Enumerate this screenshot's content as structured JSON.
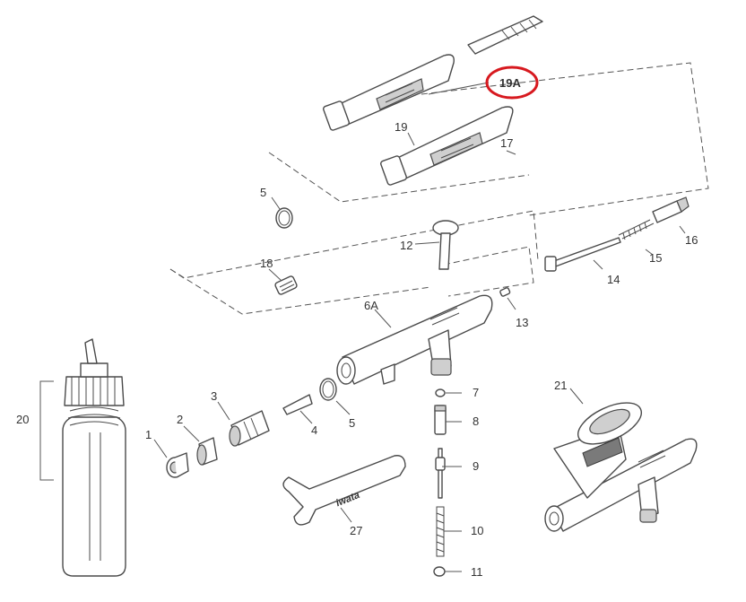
{
  "diagram": {
    "highlight_color": "#d7191f",
    "labels": {
      "p1": "1",
      "p2": "2",
      "p3": "3",
      "p4": "4",
      "p5a": "5",
      "p5b": "5",
      "p6a": "6A",
      "p7": "7",
      "p8": "8",
      "p9": "9",
      "p10": "10",
      "p11": "11",
      "p12": "12",
      "p13": "13",
      "p14": "14",
      "p15": "15",
      "p16": "16",
      "p17": "17",
      "p18": "18",
      "p19": "19",
      "p19a": "19A",
      "p20": "20",
      "p21": "21",
      "p27": "27"
    },
    "wrench_brand": "iwata"
  }
}
